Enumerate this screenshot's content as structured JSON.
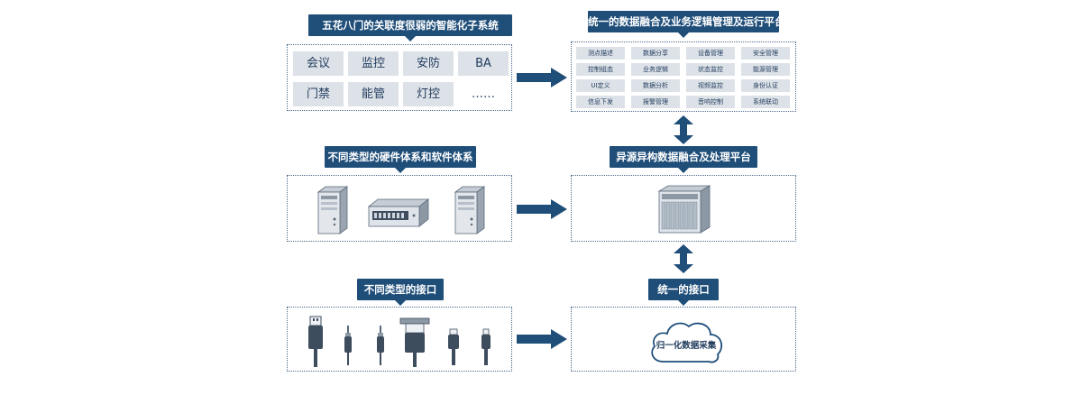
{
  "left": {
    "top": {
      "title": "五花八门的关联度很弱的智能化子系统",
      "tiles": [
        "会议",
        "监控",
        "安防",
        "BA",
        "门禁",
        "能管",
        "灯控",
        "……"
      ]
    },
    "middle": {
      "title": "不同类型的硬件体系和软件体系"
    },
    "bottom": {
      "title": "不同类型的接口"
    }
  },
  "right": {
    "top": {
      "title": "统一的数据融合及业务逻辑管理及运行平台",
      "modules": [
        "测点描述",
        "数据分享",
        "设备管理",
        "安全管理",
        "控制组态",
        "业务逻辑",
        "状态监控",
        "能源管理",
        "UI定义",
        "数据分析",
        "视频监控",
        "身份认证",
        "信息下发",
        "报警管理",
        "音响控制",
        "系统联动"
      ]
    },
    "middle": {
      "title": "异源异构数据融合及处理平台"
    },
    "bottom": {
      "title": "统一的接口",
      "cloud_text": "归一化数据采集"
    }
  },
  "colors": {
    "primary": "#1f4e79",
    "tile": "#dde2e8",
    "border": "#4a6a8c"
  }
}
